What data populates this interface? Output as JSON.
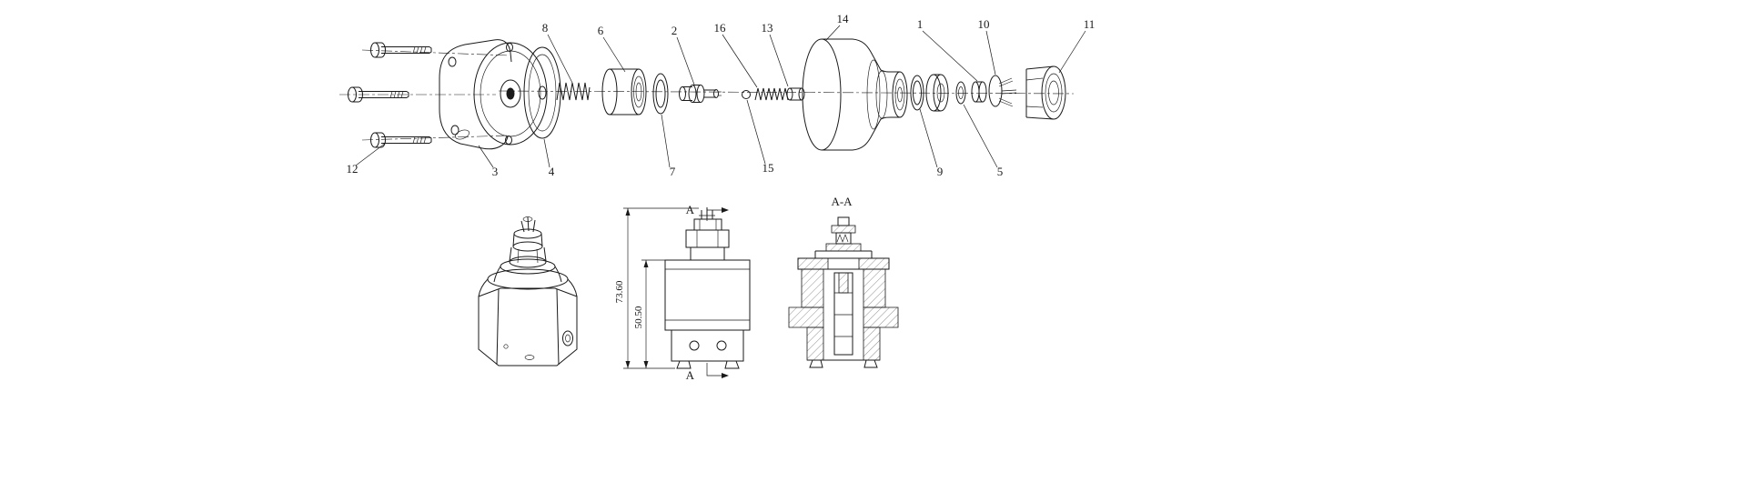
{
  "drawing": {
    "title": "valve-assembly-exploded-technical-drawing",
    "background_color": "#ffffff",
    "line_color": "#1a1a1a"
  },
  "exploded_view": {
    "part_labels": {
      "1": "1",
      "2": "2",
      "3": "3",
      "4": "4",
      "5": "5",
      "6": "6",
      "7": "7",
      "8": "8",
      "9": "9",
      "10": "10",
      "11": "11",
      "12": "12",
      "13": "13",
      "14": "14",
      "15": "15",
      "16": "16"
    }
  },
  "orthographic_views": {
    "section_label": "A-A",
    "cut_arrow_top": "A",
    "cut_arrow_bottom": "A",
    "dim_overall_height": "73.60",
    "dim_body_height": "50.50"
  }
}
